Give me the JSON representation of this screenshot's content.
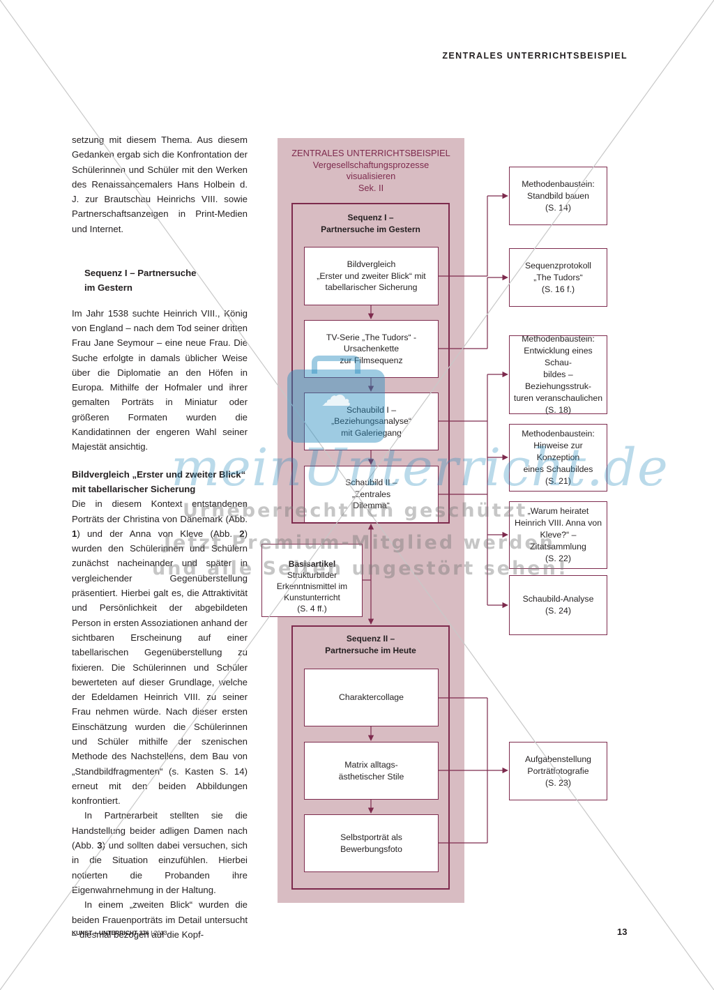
{
  "running_head": "ZENTRALES UNTERRICHTSBEISPIEL",
  "text_column": {
    "p1": "setzung mit diesem Thema. Aus diesem Gedanken ergab sich die Konfrontation der Schülerinnen und Schüler mit den Werken des Renaissancemalers Hans Holbein d. J. zur Brautschau Heinrichs VIII. sowie Partnerschaftsanzeigen in Print-Medien und Internet.",
    "sub1_line1": "Sequenz I – Partnersuche",
    "sub1_line2": "im Gestern",
    "p2": "Im Jahr 1538 suchte Heinrich VIII., König von England – nach dem Tod seiner dritten Frau Jane Seymour – eine neue Frau. Die Suche erfolgte in damals üblicher Weise über die Diplomatie an den Höfen in Europa. Mithilfe der Hofmaler und ihrer gemalten Porträts in Miniatur oder größeren Formaten wurden die Kandidatinnen der engeren Wahl seiner Majestät ansichtig.",
    "sub2_line1": "Bildvergleich „Erster und zweiter Blick“",
    "sub2_line2": "mit tabellarischer Sicherung",
    "p3_a": "Die in diesem Kontext entstandenen Porträts der Christina von Dänemark (Abb. ",
    "p3_n1": "1",
    "p3_b": ") und der Anna von Kleve (Abb. ",
    "p3_n2": "2",
    "p3_c": ") wurden den Schülerinnen und Schülern zunächst nacheinander und später in vergleichender Gegenüberstellung präsentiert. Hierbei galt es, die Attraktivität und Persönlichkeit der abgebildeten Person in ersten Assoziationen anhand der sichtbaren Erscheinung auf einer tabellarischen Gegenüberstellung zu fixieren. Die Schülerinnen und Schüler bewerteten auf dieser Grundlage, welche der Edeldamen Heinrich VIII. zu seiner Frau nehmen würde. Nach dieser ersten Einschätzung wurden die Schülerinnen und Schüler mithilfe der szenischen Methode des Nachstellens, dem Bau von „Standbildfragmenten“ (s. Kasten S. 14) erneut mit den beiden Abbildungen konfrontiert.",
    "p4_a": "In Partnerarbeit stellten sie die Handstellung beider adligen Damen nach (Abb. ",
    "p4_n": "3",
    "p4_b": ") und sollten dabei versuchen, sich in die Situation einzufühlen. Hierbei notierten die Probanden ihre Eigenwahrnehmung in der Haltung.",
    "p5": "In einem „zweiten Blick“ wurden die beiden Frauenporträts im Detail untersucht – diesmal bezogen auf die Kopf-"
  },
  "footer": {
    "magazine": "KUNST",
    "separator": "+",
    "issue": "UNTERRICHT 376",
    "year": "| 2013",
    "page_number": "13"
  },
  "diagram": {
    "header": [
      "ZENTRALES UNTERRICHTSBEISPIEL",
      "Vergesellschaftungsprozesse",
      "visualisieren",
      "Sek. II"
    ],
    "sequence1": {
      "title_line1": "Sequenz I –",
      "title_line2": "Partnersuche im Gestern",
      "steps": [
        [
          "Bildvergleich",
          "„Erster und zweiter Blick“ mit",
          "tabellarischer Sicherung"
        ],
        [
          "TV-Serie „The Tudors“ -",
          "Ursachenkette",
          "zur Filmsequenz"
        ],
        [
          "Schaubild I –",
          "„Beziehungsanalyse“",
          "mit Galeriegang"
        ],
        [
          "Schaubild II –",
          "„Zentrales",
          "Dilemma“"
        ]
      ]
    },
    "basis": {
      "title": "Basisartikel",
      "lines": [
        "Strukturbilder",
        "Erkenntnismittel im",
        "Kunstunterricht",
        "(S. 4 ff.)"
      ]
    },
    "sequence2": {
      "title_line1": "Sequenz II –",
      "title_line2": "Partnersuche im Heute",
      "steps": [
        [
          "Charaktercollage"
        ],
        [
          "Matrix alltags-",
          "ästhetischer Stile"
        ],
        [
          "Selbstporträt als",
          "Bewerbungsfoto"
        ]
      ]
    },
    "side_boxes": [
      [
        "Methodenbaustein:",
        "Standbild bauen",
        "(S. 14)"
      ],
      [
        "Sequenzprotokoll",
        "„The Tudors“",
        "(S. 16 f.)"
      ],
      [
        "Methodenbaustein:",
        "Entwicklung eines Schau-",
        "bildes – Beziehungsstruk-",
        "turen veranschaulichen",
        "(S. 18)"
      ],
      [
        "Methodenbaustein:",
        "Hinweise zur Konzeption",
        "eines Schaubildes",
        "(S. 21)"
      ],
      [
        "„Warum heiratet",
        "Heinrich VIII. Anna von",
        "Kleve?“ – Zitatsammlung",
        "(S. 22)"
      ],
      [
        "Schaubild-Analyse",
        "(S. 24)"
      ],
      [
        "Aufgabenstellung",
        "Porträtfotografie",
        "(S. 23)"
      ]
    ]
  },
  "watermark": {
    "logo": "meinUnterricht.de",
    "line1": "Urheberrechtlich geschützt",
    "line2": "Jetzt Premium-Mitglied werden",
    "line3": "und alle Seiten ungestört sehen!"
  },
  "colors": {
    "panel": "#d8bcc2",
    "accent": "#7d2a4d",
    "text": "#231f20",
    "watermark_blue": "#288cbe",
    "watermark_grey": "#787878"
  }
}
